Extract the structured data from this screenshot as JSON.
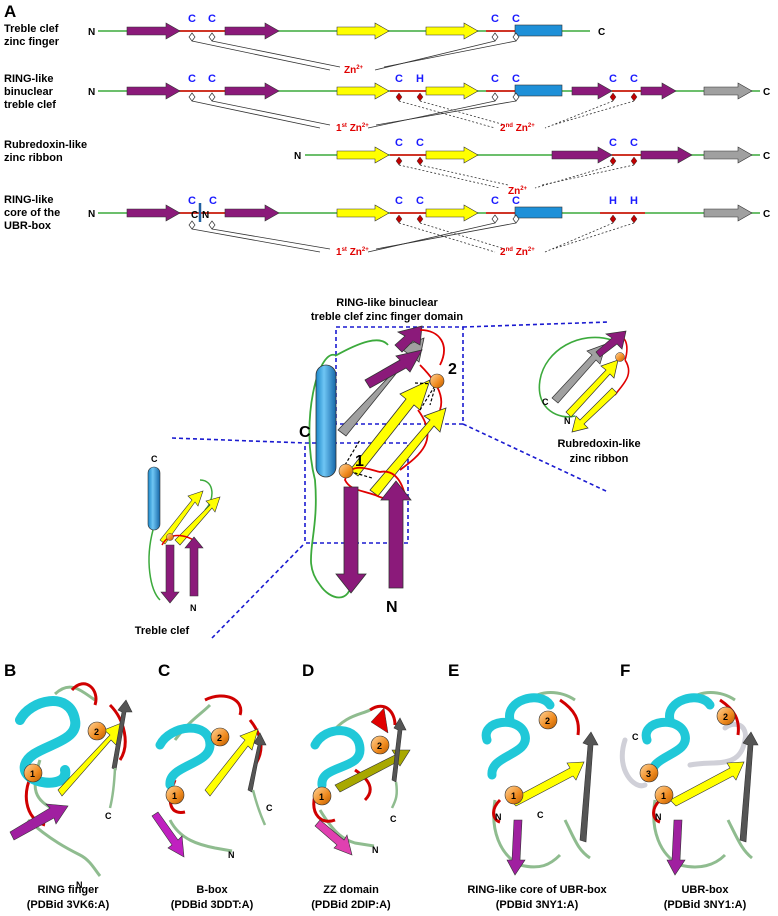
{
  "panel_labels": {
    "A": "A",
    "B": "B",
    "C": "C",
    "D": "D",
    "E": "E",
    "F": "F"
  },
  "topology_rows": [
    {
      "label_lines": [
        "Treble clef",
        "zinc finger"
      ]
    },
    {
      "label_lines": [
        "RING-like",
        "binuclear",
        "treble clef"
      ]
    },
    {
      "label_lines": [
        "Rubredoxin-like",
        "zinc ribbon"
      ]
    },
    {
      "label_lines": [
        "RING-like",
        "core of the",
        "UBR-box"
      ]
    }
  ],
  "termini": {
    "n": "N",
    "c": "C"
  },
  "residues": {
    "cys": "C",
    "his": "H",
    "n_mark": "N"
  },
  "zinc": {
    "base": "Zn",
    "charge": "2+",
    "first": "1",
    "first_sup": "st",
    "second": "2",
    "second_sup": "nd"
  },
  "middle": {
    "title_line1": "RING-like binuclear",
    "title_line2": "treble clef zinc finger domain",
    "site1": "1",
    "site2": "2",
    "treble_clef_caption": "Treble clef",
    "rubredoxin_caption_line1": "Rubredoxin-like",
    "rubredoxin_caption_line2": "zinc ribbon"
  },
  "structures": [
    {
      "panel": "B",
      "name": "RING finger",
      "pdb": "(PDBid 3VK6:A)"
    },
    {
      "panel": "C",
      "name": "B-box",
      "pdb": "(PDBid 3DDT:A)"
    },
    {
      "panel": "D",
      "name": "ZZ domain",
      "pdb": "(PDBid 2DIP:A)"
    },
    {
      "panel": "E",
      "name": "RING-like core of UBR-box",
      "pdb": "(PDBid 3NY1:A)"
    },
    {
      "panel": "F",
      "name": "UBR-box",
      "pdb": "(PDBid 3NY1:A)"
    }
  ],
  "sites": {
    "one": "1",
    "two": "2",
    "three": "3"
  },
  "colors": {
    "strand_purple": "#8b1a7a",
    "strand_yellow": "#ffff00",
    "helix_blue": "#1e90d8",
    "strand_grey": "#a0a0a0",
    "loop_green": "#3caa3c",
    "loop_red": "#e00000",
    "zinc_orange": "#f08a1e",
    "connector_blue": "#1a1ad0"
  }
}
